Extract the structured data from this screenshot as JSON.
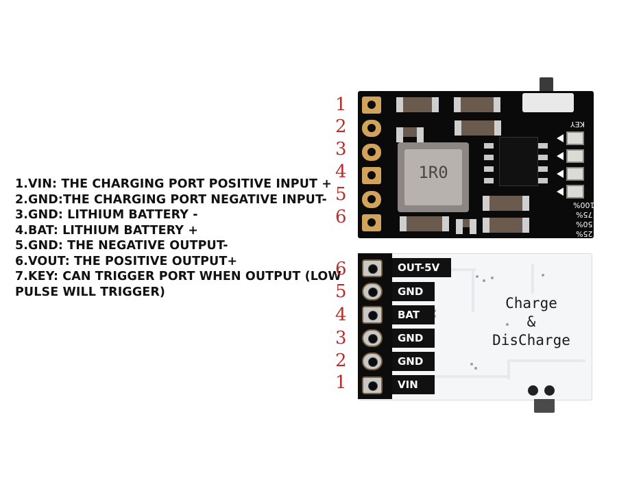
{
  "pin_descriptions": [
    "1.VIN: THE CHARGING PORT POSITIVE INPUT +",
    "2.GND:THE CHARGING PORT NEGATIVE INPUT-",
    "3.GND: LITHIUM BATTERY -",
    "4.BAT: LITHIUM BATTERY +",
    "5.GND: THE NEGATIVE OUTPUT-",
    "6.VOUT: THE POSITIVE OUTPUT+",
    "7.KEY: CAN TRIGGER PORT WHEN OUTPUT (LOW PULSE WILL TRIGGER)"
  ],
  "top_board": {
    "pin_numbers": [
      "1",
      "2",
      "3",
      "4",
      "5",
      "6"
    ],
    "inductor_marking": "1R0",
    "key_label": "KEY",
    "level_labels": [
      "100%",
      "75%",
      "50%",
      "25%"
    ]
  },
  "bottom_board": {
    "pin_numbers": [
      "6",
      "5",
      "4",
      "3",
      "2",
      "1"
    ],
    "pin_labels": [
      "OUT-5V",
      "GND",
      "BAT",
      "GND",
      "GND",
      "VIN"
    ],
    "title_line1": "Charge",
    "title_line2": "&",
    "title_line3": "DisCharge"
  },
  "colors": {
    "pin_number_red": "#b8302c",
    "board_black": "#0a0a0a",
    "board_white": "#f4f6f8",
    "pad_gold": "#d2a35a"
  }
}
